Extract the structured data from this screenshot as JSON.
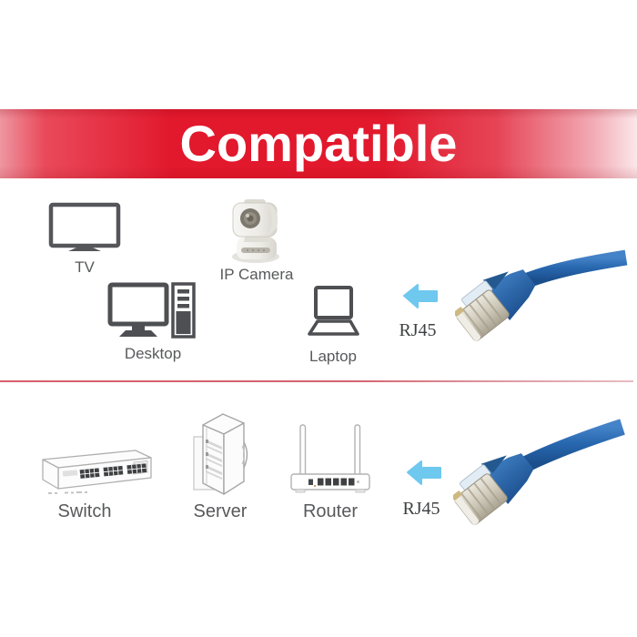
{
  "banner": {
    "title": "Compatible"
  },
  "row1": {
    "devices": [
      {
        "label": "TV"
      },
      {
        "label": "IP Camera"
      },
      {
        "label": "Desktop"
      },
      {
        "label": "Laptop"
      }
    ],
    "rj45_label": "RJ45"
  },
  "row2": {
    "devices": [
      {
        "label": "Switch"
      },
      {
        "label": "Server"
      },
      {
        "label": "Router"
      }
    ],
    "rj45_label": "RJ45"
  },
  "icons": {
    "row1": [
      "tv-icon",
      "ip-camera-icon",
      "desktop-icon",
      "laptop-icon",
      "left-arrow-icon",
      "rj45-cable-icon"
    ],
    "row2": [
      "switch-icon",
      "server-icon",
      "router-icon",
      "left-arrow-icon",
      "rj45-cable-icon"
    ]
  },
  "colors": {
    "banner_red_center": "#e2182c",
    "banner_red_edge": "#ee96a1",
    "arrow_blue": "#6fc8ee",
    "cable_blue": "#2767ae",
    "cable_blue_dark": "#1b4e8c",
    "connector_metal": "#cfcaba",
    "icon_dark_gray": "#4e4f52",
    "icon_light_gray": "#b0b0b0",
    "label_gray": "#58595b",
    "divider_red": "#d75f6c"
  }
}
